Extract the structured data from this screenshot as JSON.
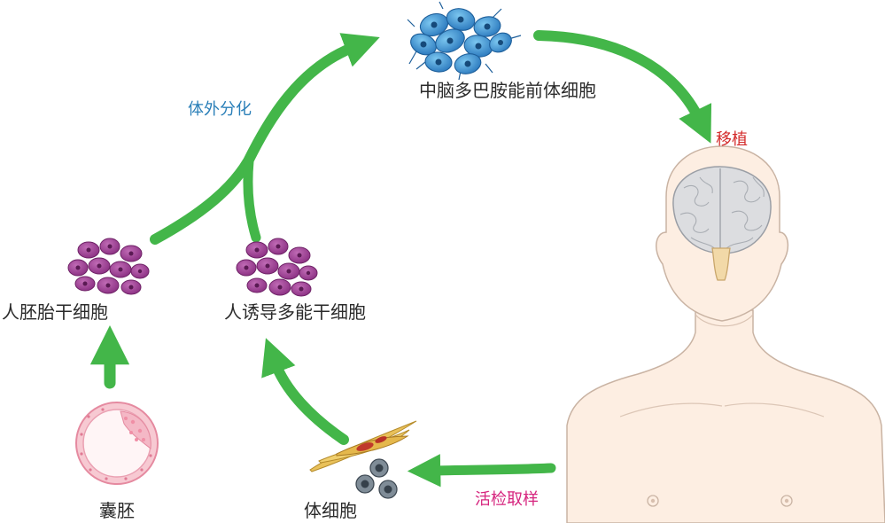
{
  "labels": {
    "da_precursor": "中脑多巴胺能前体细胞",
    "in_vitro_diff": "体外分化",
    "transplant": "移植",
    "hesc": "人胚胎干细胞",
    "ipsc": "人诱导多能干细胞",
    "blastocyst": "囊胚",
    "somatic": "体细胞",
    "biopsy": "活检取样"
  },
  "colors": {
    "arrow": "#43b649",
    "diff_label": "#2a7fb8",
    "transplant_label": "#d32a2a",
    "biopsy_label": "#d6247e",
    "stem_cell": "#9b3f93",
    "neuron": "#3a8fd0",
    "skin": "#fdeee2"
  },
  "icons": {
    "neurons": "dopaminergic-neuron-cluster-icon",
    "hesc": "stem-cell-cluster-icon",
    "ipsc": "stem-cell-cluster-icon",
    "blastocyst": "blastocyst-icon",
    "somatic": "fibroblast-cells-icon",
    "person": "human-bust-with-brain-icon"
  }
}
